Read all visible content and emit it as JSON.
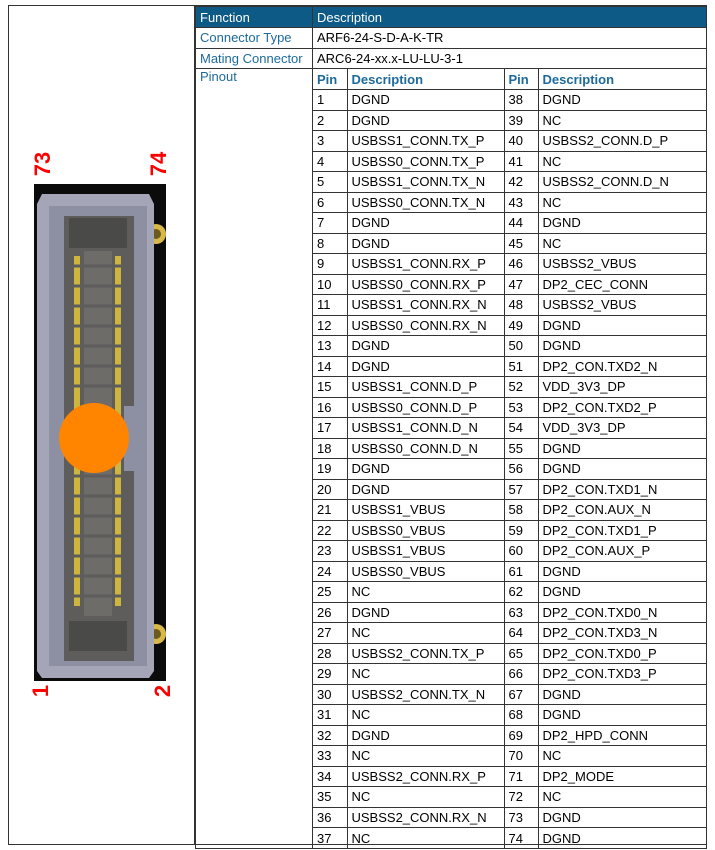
{
  "header": {
    "function": "Function",
    "description": "Description"
  },
  "rows": [
    {
      "label": "Connector Type",
      "value": "ARF6-24-S-D-A-K-TR"
    },
    {
      "label": "Mating Connector",
      "value": "ARC6-24-xx.x-LU-LU-3-1"
    }
  ],
  "pinout": {
    "label": "Pinout",
    "pin_header": "Pin",
    "desc_header": "Description",
    "left": [
      [
        "1",
        "DGND"
      ],
      [
        "2",
        "DGND"
      ],
      [
        "3",
        "USBSS1_CONN.TX_P"
      ],
      [
        "4",
        "USBSS0_CONN.TX_P"
      ],
      [
        "5",
        "USBSS1_CONN.TX_N"
      ],
      [
        "6",
        "USBSS0_CONN.TX_N"
      ],
      [
        "7",
        "DGND"
      ],
      [
        "8",
        "DGND"
      ],
      [
        "9",
        "USBSS1_CONN.RX_P"
      ],
      [
        "10",
        "USBSS0_CONN.RX_P"
      ],
      [
        "11",
        "USBSS1_CONN.RX_N"
      ],
      [
        "12",
        "USBSS0_CONN.RX_N"
      ],
      [
        "13",
        "DGND"
      ],
      [
        "14",
        "DGND"
      ],
      [
        "15",
        "USBSS1_CONN.D_P"
      ],
      [
        "16",
        "USBSS0_CONN.D_P"
      ],
      [
        "17",
        "USBSS1_CONN.D_N"
      ],
      [
        "18",
        "USBSS0_CONN.D_N"
      ],
      [
        "19",
        "DGND"
      ],
      [
        "20",
        "DGND"
      ],
      [
        "21",
        "USBSS1_VBUS"
      ],
      [
        "22",
        "USBSS0_VBUS"
      ],
      [
        "23",
        "USBSS1_VBUS"
      ],
      [
        "24",
        "USBSS0_VBUS"
      ],
      [
        "25",
        "NC"
      ],
      [
        "26",
        "DGND"
      ],
      [
        "27",
        "NC"
      ],
      [
        "28",
        "USBSS2_CONN.TX_P"
      ],
      [
        "29",
        "NC"
      ],
      [
        "30",
        "USBSS2_CONN.TX_N"
      ],
      [
        "31",
        "NC"
      ],
      [
        "32",
        "DGND"
      ],
      [
        "33",
        "NC"
      ],
      [
        "34",
        "USBSS2_CONN.RX_P"
      ],
      [
        "35",
        "NC"
      ],
      [
        "36",
        "USBSS2_CONN.RX_N"
      ],
      [
        "37",
        "NC"
      ]
    ],
    "right": [
      [
        "38",
        "DGND"
      ],
      [
        "39",
        "NC"
      ],
      [
        "40",
        "USBSS2_CONN.D_P"
      ],
      [
        "41",
        "NC"
      ],
      [
        "42",
        "USBSS2_CONN.D_N"
      ],
      [
        "43",
        "NC"
      ],
      [
        "44",
        "DGND"
      ],
      [
        "45",
        "NC"
      ],
      [
        "46",
        "USBSS2_VBUS"
      ],
      [
        "47",
        "DP2_CEC_CONN"
      ],
      [
        "48",
        "USBSS2_VBUS"
      ],
      [
        "49",
        "DGND"
      ],
      [
        "50",
        "DGND"
      ],
      [
        "51",
        "DP2_CON.TXD2_N"
      ],
      [
        "52",
        "VDD_3V3_DP"
      ],
      [
        "53",
        "DP2_CON.TXD2_P"
      ],
      [
        "54",
        "VDD_3V3_DP"
      ],
      [
        "55",
        "DGND"
      ],
      [
        "56",
        "DGND"
      ],
      [
        "57",
        "DP2_CON.TXD1_N"
      ],
      [
        "58",
        "DP2_CON.AUX_N"
      ],
      [
        "59",
        "DP2_CON.TXD1_P"
      ],
      [
        "60",
        "DP2_CON.AUX_P"
      ],
      [
        "61",
        "DGND"
      ],
      [
        "62",
        "DGND"
      ],
      [
        "63",
        "DP2_CON.TXD0_N"
      ],
      [
        "64",
        "DP2_CON.TXD3_N"
      ],
      [
        "65",
        "DP2_CON.TXD0_P"
      ],
      [
        "66",
        "DP2_CON.TXD3_P"
      ],
      [
        "67",
        "DGND"
      ],
      [
        "68",
        "DGND"
      ],
      [
        "69",
        "DP2_HPD_CONN"
      ],
      [
        "70",
        "NC"
      ],
      [
        "71",
        "DP2_MODE"
      ],
      [
        "72",
        "NC"
      ],
      [
        "73",
        "DGND"
      ],
      [
        "74",
        "DGND"
      ]
    ]
  },
  "image": {
    "labels": [
      "73",
      "74",
      "1",
      "2"
    ]
  }
}
